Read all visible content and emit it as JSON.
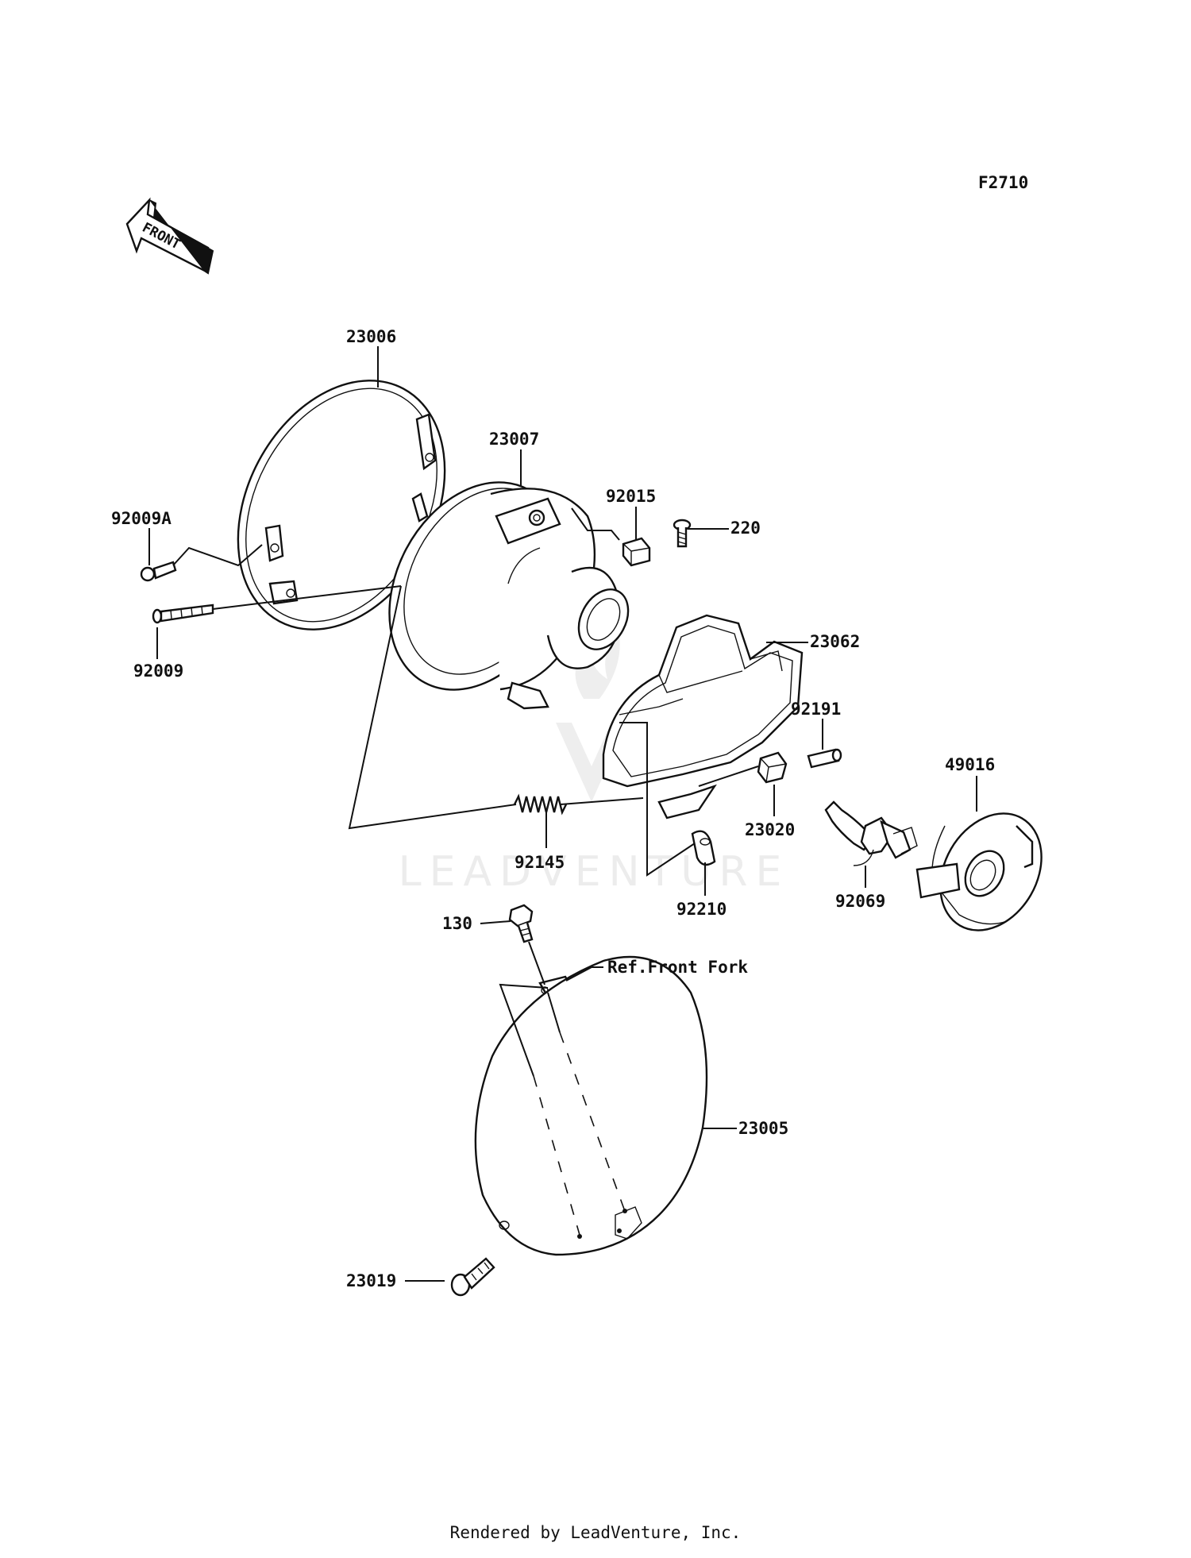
{
  "figure_code": "F2710",
  "front_arrow_text": "FRONT",
  "watermark": "LEADVENTURE",
  "footer": "Rendered by LeadVenture, Inc.",
  "parts": {
    "p23006": "23006",
    "p23007": "23007",
    "p92015": "92015",
    "p220": "220",
    "p92009A": "92009A",
    "p92009": "92009",
    "p23062": "23062",
    "p92191": "92191",
    "p49016": "49016",
    "p92145": "92145",
    "p23020": "23020",
    "p92210": "92210",
    "p92069": "92069",
    "p130": "130",
    "ref_front_fork": "Ref.Front Fork",
    "p23005": "23005",
    "p23019": "23019"
  }
}
